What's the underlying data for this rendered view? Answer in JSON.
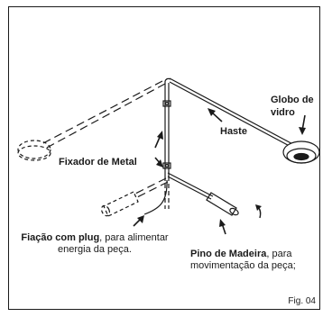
{
  "labels": {
    "globo": "Globo de vidro",
    "haste": "Haste",
    "fixador": "Fixador de Metal",
    "fiacao_bold": "Fiação com plug",
    "fiacao_rest": ", para alimentar energia da peça.",
    "pino_bold": "Pino de Madeira",
    "pino_rest": ", para movimentação da peça;",
    "figure": "Fig. 04"
  }
}
